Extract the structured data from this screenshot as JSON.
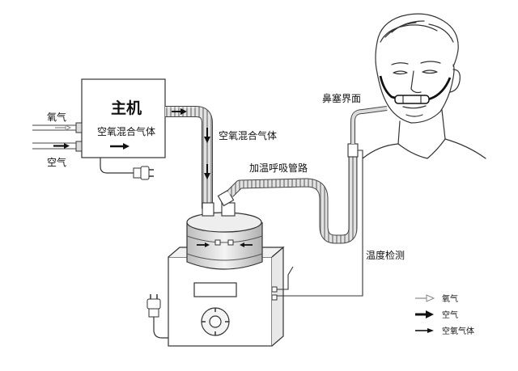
{
  "labels": {
    "main_unit_title": "主机",
    "main_unit_subtitle": "空氧混合气体",
    "oxygen_input": "氧气",
    "air_input": "空气",
    "mixed_gas_tube": "空氧混合气体",
    "heated_tube": "加温呼吸管路",
    "nasal_interface": "鼻塞界面",
    "temperature_probe": "温度检测"
  },
  "legend": [
    {
      "symbol": "hollow-arrow-icon",
      "label": "氧气"
    },
    {
      "symbol": "bold-arrow-icon",
      "label": "空气"
    },
    {
      "symbol": "thin-arrow-icon",
      "label": "空氧气体"
    }
  ]
}
